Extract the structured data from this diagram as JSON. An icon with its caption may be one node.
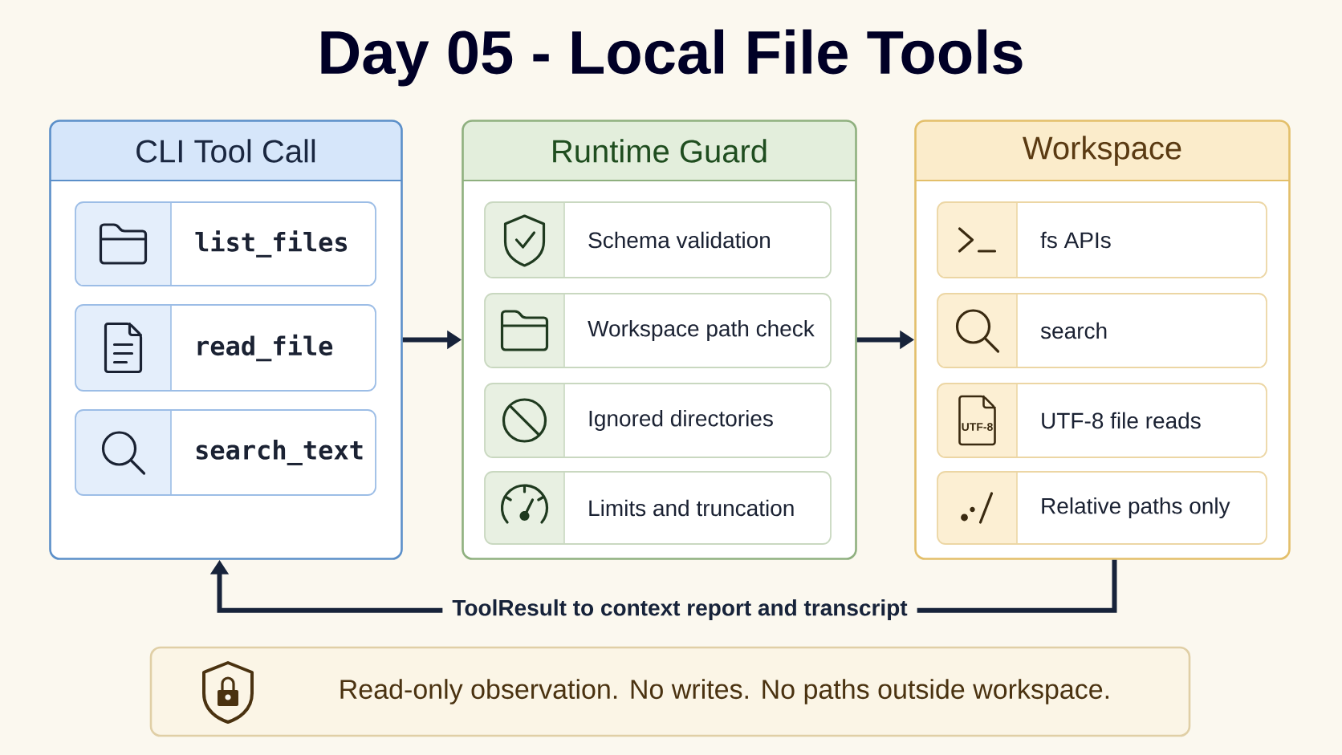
{
  "diagram": {
    "title": "Day 05 - Local File Tools",
    "nodes": [
      {
        "text": [
          "CLI Tool Call"
        ]
      },
      {
        "text": [
          "list_files"
        ],
        "in": 0
      },
      {
        "text": [
          "read_file"
        ],
        "in": 0
      },
      {
        "text": [
          "search_text"
        ],
        "in": 0
      },
      {
        "text": [
          "Runtime Guard"
        ]
      },
      {
        "text": [
          "Schema validation"
        ],
        "in": 4
      },
      {
        "text": [
          "Workspace path check"
        ],
        "in": 4
      },
      {
        "text": [
          "Ignored directories"
        ],
        "in": 4
      },
      {
        "text": [
          "Limits and truncation"
        ],
        "in": 4
      },
      {
        "text": [
          "Workspace"
        ]
      },
      {
        "text": [
          "fs APIs"
        ],
        "in": 9
      },
      {
        "text": [
          "search"
        ],
        "in": 9
      },
      {
        "text": [
          "UTF-8 file reads"
        ],
        "in": 9
      },
      {
        "text": [
          "Relative paths only"
        ],
        "in": 9
      },
      {
        "text": [
          "Read-only observation. No writes. No paths outside workspace."
        ]
      }
    ],
    "edges": [
      {
        "from": 0,
        "to": 4,
        "arrow": "to"
      },
      {
        "from": 4,
        "to": 9,
        "arrow": "to"
      },
      {
        "from": 9,
        "to": 0,
        "arrow": "to",
        "label": "ToolResult to context report and transcript"
      }
    ],
    "labels": [
      "UTF-8"
    ]
  }
}
